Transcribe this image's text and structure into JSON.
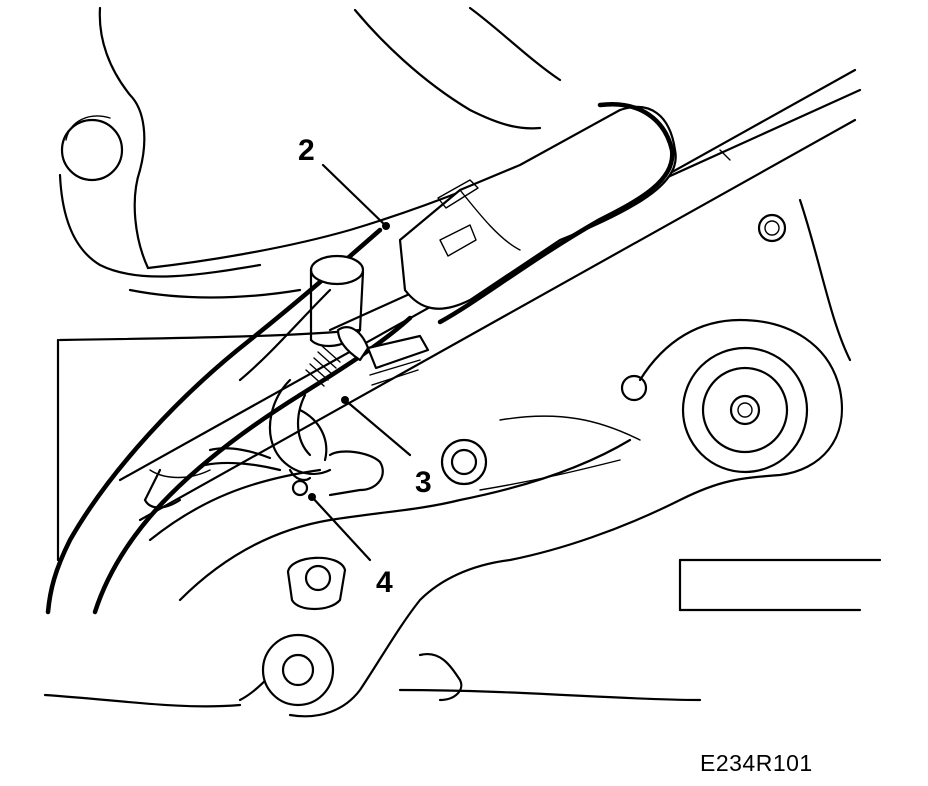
{
  "diagram": {
    "callouts": [
      {
        "id": "2",
        "label": "2"
      },
      {
        "id": "3",
        "label": "3"
      },
      {
        "id": "4",
        "label": "4"
      }
    ],
    "reference_code": "E234R101"
  }
}
